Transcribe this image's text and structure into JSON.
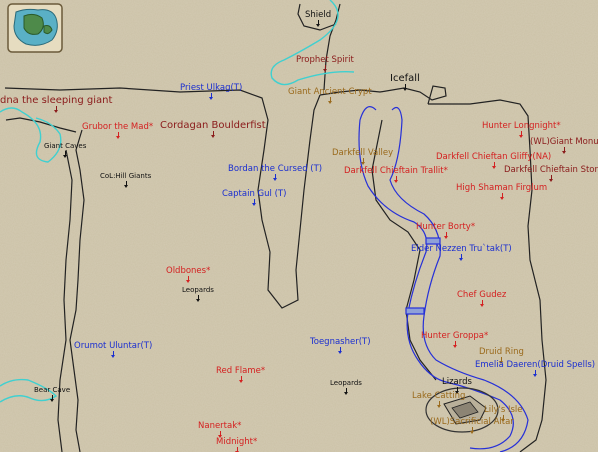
{
  "labels": {
    "shield": "Shield",
    "prophet_spirit": "Prophet Spirit",
    "icefall": "Icefall",
    "giant_ancient_crypt": "Giant Ancient Crypt",
    "priest_ulkag": "Priest Ulkag(T)",
    "sleeping_giant": "dna the sleeping giant",
    "grubor": "Grubor the Mad*",
    "cordagan": "Cordagan Boulderfist",
    "giant_caves": "Giant Caves",
    "col_hill_giants": "CoL:Hill Giants",
    "bordan": "Bordan the Cursed (T)",
    "captain_gul": "Captain Gul (T)",
    "darkfell_valley": "Darkfell Valley",
    "trallit": "Darkfell Chieftain Trallit*",
    "hunter_longnight": "Hunter Longnight*",
    "giant_monument": "(WL)Giant Monu",
    "gliffy": "Darkfell Chieftan Gliffy(NA)",
    "stor": "Darkfell Chieftain Stor",
    "firglum": "High Shaman Firglum",
    "hunter_borty": "Hunter Borty*",
    "nezzen": "Elder Nezzen Tru`tak(T)",
    "oldbones": "Oldbones*",
    "leopards_1": "Leopards",
    "chef_gudez": "Chef Gudez",
    "orumot": "Orumot Uluntar(T)",
    "toegnasher": "Toegnasher(T)",
    "hunter_groppa": "Hunter Groppa*",
    "druid_ring": "Druid Ring",
    "emelia": "Emelia Daeren(Druid Spells)",
    "red_flame": "Red Flame*",
    "leopards_2": "Leopards",
    "lizards": "Lizards",
    "bear_cave": "Bear Cave",
    "lake_catting": "Lake Catting",
    "lilys_isle": "Lily's Isle",
    "sacrificial_altar": "(WL)Sacrificial Altar",
    "nanertak": "Nanertak*",
    "midnight": "Midnight*"
  },
  "colors": {
    "named_mob": "#d42020",
    "quest_npc": "#1a2ed0",
    "location": "#9a6a1c",
    "zone": "#111111",
    "zoneline": "#3fd0d0",
    "water": "#1a2ed0",
    "terrain": "#222222"
  },
  "icons": [
    "minimap-icon"
  ]
}
